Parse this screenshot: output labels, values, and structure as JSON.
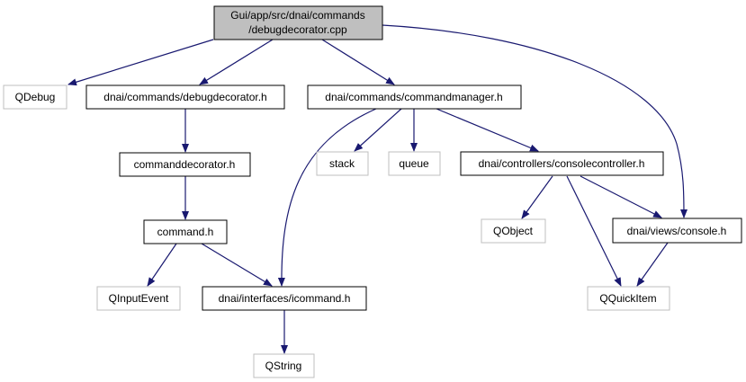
{
  "colors": {
    "edge": "#191970",
    "project_border": "#000000",
    "external_border": "#bfbfbf",
    "root_fill": "#bfbfbf",
    "node_fill": "#ffffff"
  },
  "root": {
    "label_line1": "Gui/app/src/dnai/commands",
    "label_line2": "/debugdecorator.cpp"
  },
  "nodes": {
    "qdebug": "QDebug",
    "debugdecorator_h": "dnai/commands/debugdecorator.h",
    "commandmanager_h": "dnai/commands/commandmanager.h",
    "commanddecorator_h": "commanddecorator.h",
    "stack": "stack",
    "queue": "queue",
    "consolecontroller_h": "dnai/controllers/consolecontroller.h",
    "command_h": "command.h",
    "qobject": "QObject",
    "console_h": "dnai/views/console.h",
    "qinputevent": "QInputEvent",
    "icommand_h": "dnai/interfaces/icommand.h",
    "qquickitem": "QQuickItem",
    "qstring": "QString"
  }
}
